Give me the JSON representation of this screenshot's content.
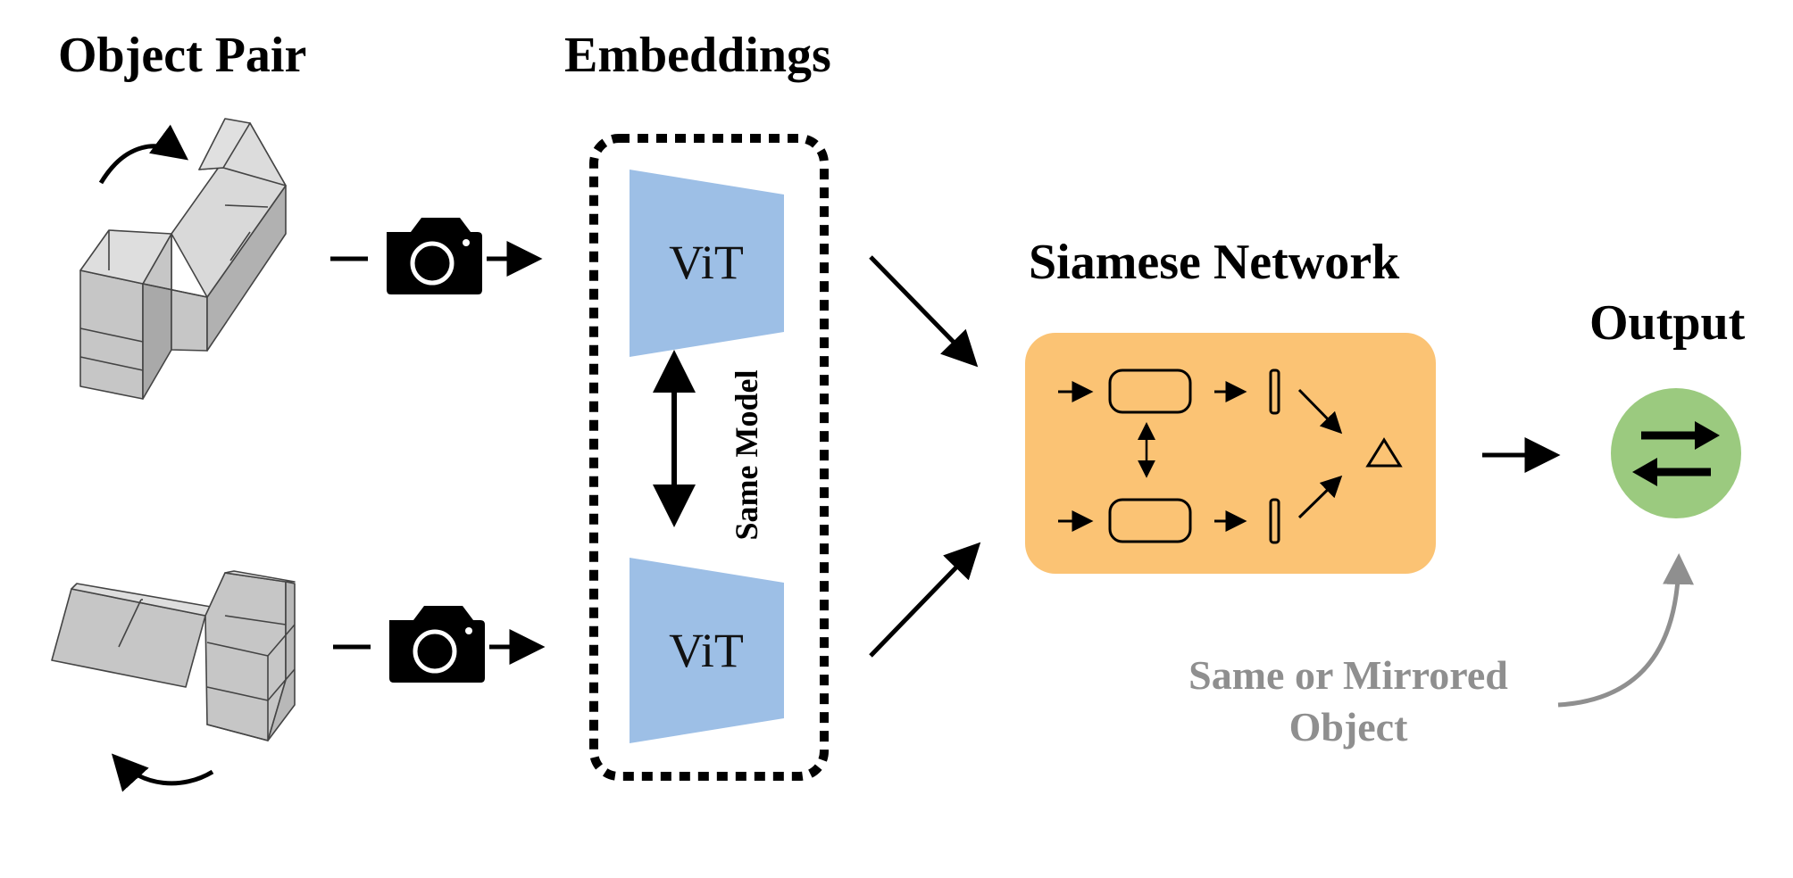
{
  "titles": {
    "object_pair": "Object Pair",
    "embeddings": "Embeddings",
    "siamese": "Siamese Network",
    "output": "Output"
  },
  "encoder": {
    "top_label": "ViT",
    "bottom_label": "ViT",
    "shared_label": "Same Model"
  },
  "output_note": {
    "line1": "Same or Mirrored",
    "line2": "Object"
  },
  "colors": {
    "vit_fill": "#9dbfe6",
    "siamese_fill": "#fbc374",
    "output_fill": "#9bca7f",
    "note_gray": "#8f8f8f",
    "cube_fill": "#c8c8c8",
    "cube_top": "#dedede"
  },
  "icons": {
    "camera": "camera-icon",
    "rotation": "rotation-arrow-icon",
    "swap": "swap-arrows-icon"
  }
}
